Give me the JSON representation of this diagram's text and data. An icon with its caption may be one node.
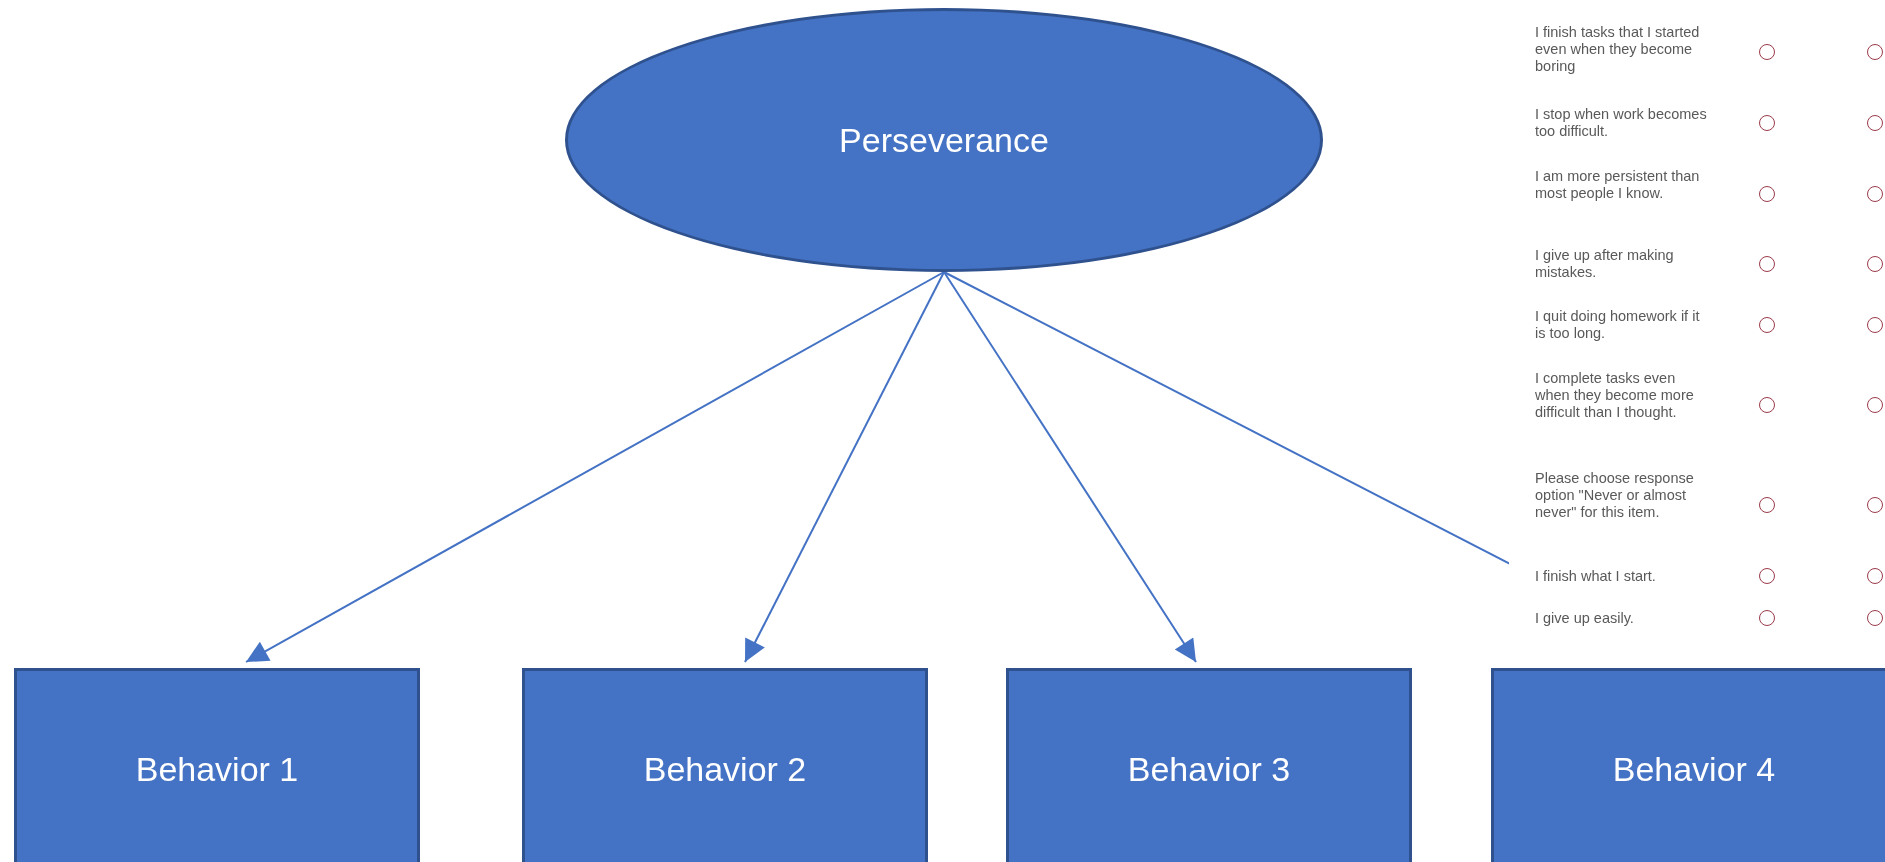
{
  "diagram": {
    "nodes": [
      {
        "text": [
          "Perseverance"
        ]
      },
      {
        "text": [
          "Behavior 1"
        ]
      },
      {
        "text": [
          "Behavior 2"
        ]
      },
      {
        "text": [
          "Behavior 3"
        ]
      },
      {
        "text": [
          "Behavior 4"
        ]
      }
    ],
    "edges": [
      {
        "from": 0,
        "to": 1,
        "arrow": "to"
      },
      {
        "from": 0,
        "to": 2,
        "arrow": "to"
      },
      {
        "from": 0,
        "to": 3,
        "arrow": "to"
      },
      {
        "from": 0,
        "to": 4,
        "arrow": "to"
      }
    ],
    "labels": [
      "I finish tasks that I started even when they become boring",
      "I stop when work becomes too difficult.",
      "I am more persistent than most people I know.",
      "I give up after making mistakes.",
      "I quit doing homework if it is too long.",
      "I complete tasks even when they become more difficult than I thought.",
      "Please choose response option \"Never or almost never\" for this item.",
      "I finish what I start.",
      "I give up easily."
    ]
  }
}
